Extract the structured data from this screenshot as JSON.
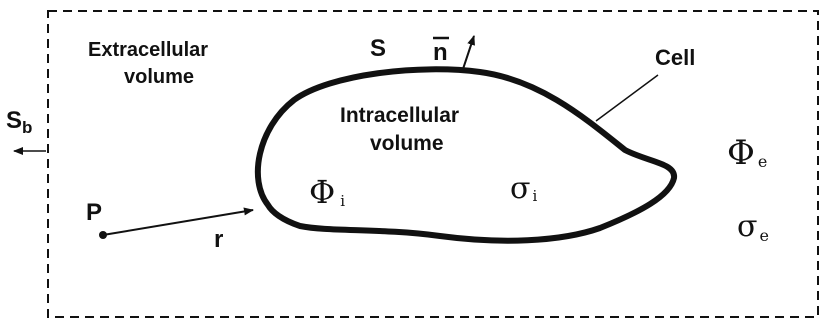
{
  "diagram": {
    "labels": {
      "extracellular_line1": "Extracellular",
      "extracellular_line2": "volume",
      "intracellular_line1": "Intracellular",
      "intracellular_line2": "volume",
      "surface": "S",
      "normal": "n",
      "cell": "Cell",
      "boundary": "S",
      "boundary_sub": "b",
      "point": "P",
      "vector": "r"
    },
    "symbols": {
      "phi_i": "Φ",
      "phi_i_sub": "i",
      "sigma_i": "σ",
      "sigma_i_sub": "i",
      "phi_e": "Φ",
      "phi_e_sub": "e",
      "sigma_e": "σ",
      "sigma_e_sub": "e"
    },
    "colors": {
      "stroke": "#111111",
      "background": "#ffffff"
    }
  }
}
